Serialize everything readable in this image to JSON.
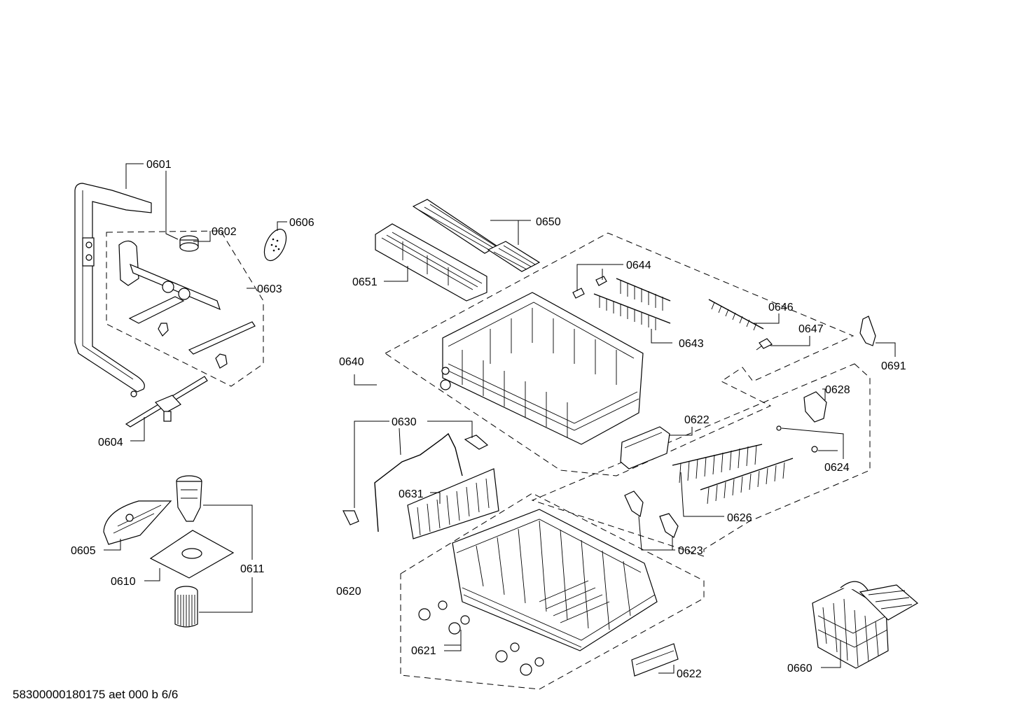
{
  "parts": {
    "p0601": "0601",
    "p0602": "0602",
    "p0603": "0603",
    "p0604": "0604",
    "p0605": "0605",
    "p0606": "0606",
    "p0610": "0610",
    "p0611": "0611",
    "p0620": "0620",
    "p0621": "0621",
    "p0622a": "0622",
    "p0622b": "0622",
    "p0623": "0623",
    "p0624": "0624",
    "p0626": "0626",
    "p0628": "0628",
    "p0630": "0630",
    "p0631": "0631",
    "p0640": "0640",
    "p0643": "0643",
    "p0644": "0644",
    "p0646": "0646",
    "p0647": "0647",
    "p0650": "0650",
    "p0651": "0651",
    "p0660": "0660",
    "p0691": "0691"
  },
  "footer": {
    "document_id": "58300000180175 aet 000 b 6/6"
  }
}
